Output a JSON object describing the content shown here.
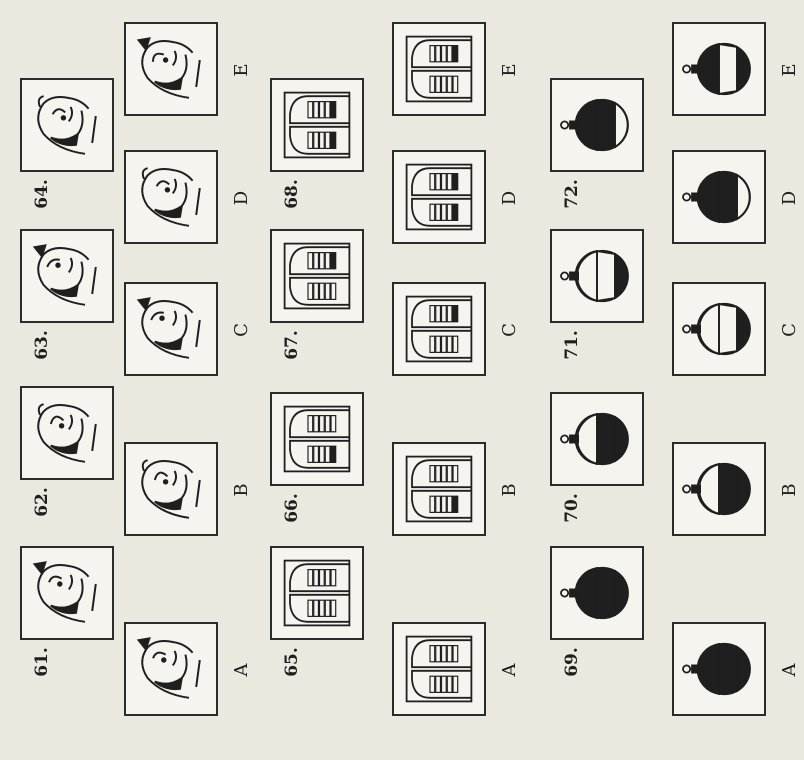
{
  "groups": [
    {
      "kind": "face",
      "questions": [
        "61.",
        "62.",
        "63.",
        "64."
      ],
      "options": [
        "A",
        "B",
        "C",
        "D",
        "E"
      ]
    },
    {
      "kind": "doors",
      "questions": [
        "65.",
        "66.",
        "67.",
        "68."
      ],
      "options": [
        "A",
        "B",
        "C",
        "D",
        "E"
      ]
    },
    {
      "kind": "ornament",
      "questions": [
        "69.",
        "70.",
        "71.",
        "72."
      ],
      "options": [
        "A",
        "B",
        "C",
        "D",
        "E"
      ]
    }
  ],
  "icons": {
    "face": "face-profile-icon",
    "doors": "double-door-icon",
    "ornament": "ornament-ball-icon"
  },
  "colors": {
    "ink": "#1f1f1f",
    "paper": "#f6f4ee",
    "background": "#ebe8df"
  }
}
